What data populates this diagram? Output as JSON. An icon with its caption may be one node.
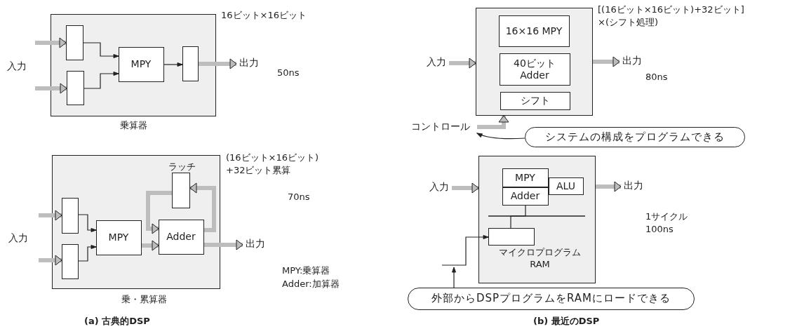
{
  "diagram": {
    "nodes": [
      {
        "text": [],
        "shape": "box",
        "beside": [
          "乗算器"
        ]
      },
      {
        "text": [],
        "shape": "box",
        "in": 0
      },
      {
        "text": [],
        "shape": "box",
        "in": 0
      },
      {
        "text": [
          "MPY"
        ],
        "in": 0
      },
      {
        "text": [],
        "shape": "box",
        "in": 0
      },
      {
        "text": [
          "出力"
        ]
      },
      {
        "text": [],
        "shape": "box",
        "beside": [
          "乗・累算器"
        ]
      },
      {
        "text": [],
        "shape": "box",
        "in": 6
      },
      {
        "text": [],
        "shape": "box",
        "in": 6
      },
      {
        "text": [
          "MPY"
        ],
        "in": 6
      },
      {
        "text": [],
        "shape": "box",
        "in": 6,
        "beside": [
          "ラッチ"
        ]
      },
      {
        "text": [
          "Adder"
        ],
        "in": 6
      },
      {
        "text": [
          "出力"
        ]
      },
      {
        "text": [],
        "shape": "box"
      },
      {
        "text": [
          "16×16 MPY"
        ],
        "in": 13
      },
      {
        "text": [
          "40ビット Adder"
        ],
        "in": 13
      },
      {
        "text": [
          "シフト"
        ],
        "in": 13
      },
      {
        "text": [
          "入力"
        ]
      },
      {
        "text": [
          "出力"
        ]
      },
      {
        "text": [
          "コントロール"
        ]
      },
      {
        "text": [
          "システムの構成をプログラムできる"
        ]
      },
      {
        "text": [],
        "shape": "box"
      },
      {
        "text": [
          "MPY"
        ],
        "in": 21
      },
      {
        "text": [
          "Adder"
        ],
        "in": 21
      },
      {
        "text": [
          "ALU"
        ],
        "in": 21
      },
      {
        "text": [],
        "shape": "box",
        "in": 21,
        "beside": [
          "マイクロプログラム RAM"
        ]
      },
      {
        "text": [
          "入力"
        ]
      },
      {
        "text": [
          "出力"
        ]
      },
      {
        "text": [
          "外部からDSPプログラムをRAMにロードできる"
        ]
      }
    ],
    "edges": [
      {
        "from": null,
        "to": 1,
        "arrow": "to"
      },
      {
        "from": null,
        "to": 2,
        "arrow": "to"
      },
      {
        "from": 1,
        "to": 3,
        "arrow": "to",
        "color": "#222222"
      },
      {
        "from": 2,
        "to": 3,
        "arrow": "to",
        "color": "#222222"
      },
      {
        "from": 3,
        "to": 4,
        "arrow": "to",
        "color": "#222222"
      },
      {
        "from": 4,
        "to": 5,
        "arrow": "to"
      },
      {
        "from": null,
        "to": 7,
        "arrow": "to"
      },
      {
        "from": null,
        "to": 8,
        "arrow": "to"
      },
      {
        "from": 7,
        "to": 9,
        "arrow": "to",
        "color": "#222222"
      },
      {
        "from": 8,
        "to": 9,
        "arrow": "to",
        "color": "#222222"
      },
      {
        "from": 9,
        "to": 11,
        "arrow": "to"
      },
      {
        "from": 11,
        "to": 10,
        "arrow": "to"
      },
      {
        "from": 10,
        "to": 11,
        "arrow": "to"
      },
      {
        "from": 11,
        "to": 12,
        "arrow": "to"
      },
      {
        "from": 17,
        "to": 13,
        "arrow": "to"
      },
      {
        "from": 13,
        "to": 18,
        "arrow": "to"
      },
      {
        "from": 19,
        "to": 13,
        "arrow": "to"
      },
      {
        "from": 20,
        "to": 19,
        "arrow": "to",
        "color": "#222222"
      },
      {
        "from": 26,
        "to": 21,
        "arrow": "to"
      },
      {
        "from": 21,
        "to": 27,
        "arrow": "to"
      },
      {
        "from": 23,
        "to": 25,
        "arrow": "none",
        "color": "#222222"
      },
      {
        "from": null,
        "to": 25,
        "arrow": "to",
        "color": "#222222"
      },
      {
        "from": 28,
        "to": null,
        "arrow": "to",
        "color": "#222222"
      }
    ],
    "labels": [
      "入力",
      "16ビット×16ビット",
      "50ns",
      "入力",
      "(16ビット×16ビット) +32ビット累算",
      "70ns",
      "MPY:乗算器",
      "Adder:加算器",
      "(a) 古典的DSP",
      "[(16ビット×16ビット)+32ビット] ×(シフト処理)",
      "80ns",
      "1サイクル 100ns",
      "(b) 最近のDSP"
    ]
  }
}
